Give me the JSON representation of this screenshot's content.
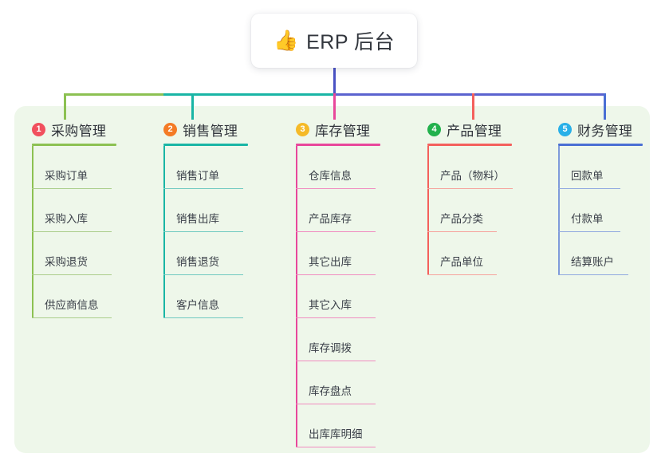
{
  "diagram": {
    "type": "mind-map",
    "title": "ERP 后台",
    "panel_color": "#eef7ea",
    "root": {
      "emoji": "👍",
      "emoji_name": "thumbs-up-icon",
      "label": "ERP 后台"
    },
    "columns": [
      {
        "index": "1",
        "title": "采购管理",
        "badge_color": "#f1505e",
        "line_color": "#8cc152",
        "items": [
          "采购订单",
          "采购入库",
          "采购退货",
          "供应商信息"
        ]
      },
      {
        "index": "2",
        "title": "销售管理",
        "badge_color": "#f47b26",
        "line_color": "#19b5a5",
        "items": [
          "销售订单",
          "销售出库",
          "销售退货",
          "客户信息"
        ]
      },
      {
        "index": "3",
        "title": "库存管理",
        "badge_color": "#f5ba28",
        "line_color": "#e8479b",
        "items": [
          "仓库信息",
          "产品库存",
          "其它出库",
          "其它入库",
          "库存调拨",
          "库存盘点",
          "出库库明细"
        ]
      },
      {
        "index": "4",
        "title": "产品管理",
        "badge_color": "#22b14c",
        "line_color": "#f4605c",
        "items": [
          "产品（物料）",
          "产品分类",
          "产品单位"
        ]
      },
      {
        "index": "5",
        "title": "财务管理",
        "badge_color": "#29b0e8",
        "line_color": "#4a6fd4",
        "items": [
          "回款单",
          "付款单",
          "结算账户"
        ]
      }
    ],
    "connector_colors": {
      "root_stem": "#4a52c4",
      "segment_left": "#8cc152",
      "segment_mid": "#19b5a5",
      "segment_right": "#5b63cf",
      "drop_col1": "#8cc152",
      "drop_col2": "#19b5a5",
      "drop_col3": "#e8479b",
      "drop_col4": "#f4605c",
      "drop_col5": "#4a6fd4"
    }
  }
}
